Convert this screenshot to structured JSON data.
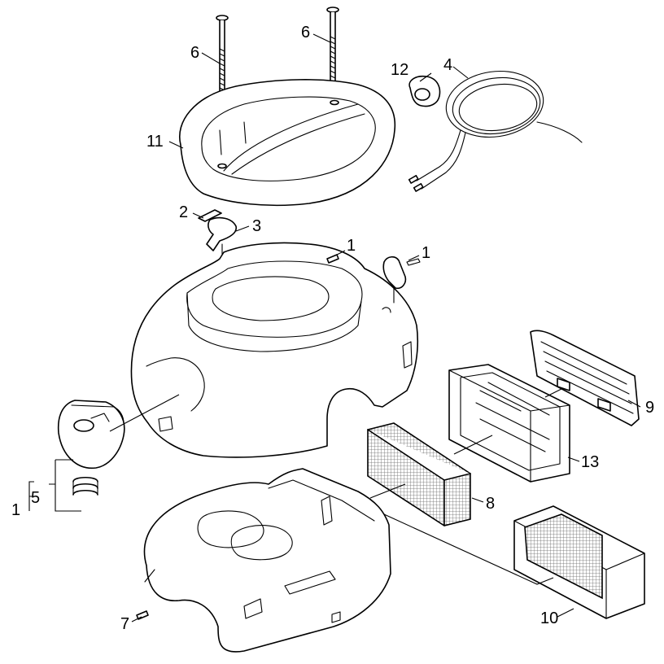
{
  "part_labels": {
    "p1a": "1",
    "p1b": "1",
    "p1c": "1",
    "p2": "2",
    "p3": "3",
    "p4": "4",
    "p5": "5",
    "p6a": "6",
    "p6b": "6",
    "p7": "7",
    "p8": "8",
    "p9": "9",
    "p10": "10",
    "p11": "11",
    "p12": "12",
    "p13": "13"
  },
  "colors": {
    "line": "#000000",
    "background": "#ffffff"
  }
}
